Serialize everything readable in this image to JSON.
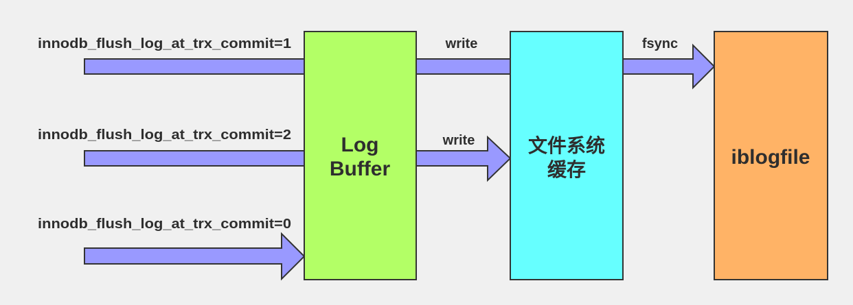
{
  "labels": {
    "commit1": "innodb_flush_log_at_trx_commit=1",
    "commit2": "innodb_flush_log_at_trx_commit=2",
    "commit0": "innodb_flush_log_at_trx_commit=0",
    "write_top": "write",
    "write_mid": "write",
    "fsync": "fsync"
  },
  "boxes": {
    "log_buffer": {
      "line1": "Log",
      "line2": "Buffer",
      "color": "#b3ff66"
    },
    "fs_cache": {
      "line1": "文件系统",
      "line2": "缓存",
      "color": "#66ffff"
    },
    "iblogfile": {
      "label": "iblogfile",
      "color": "#ffb366"
    }
  },
  "colors": {
    "arrow": "#9999ff",
    "background": "#f0f0f0"
  }
}
